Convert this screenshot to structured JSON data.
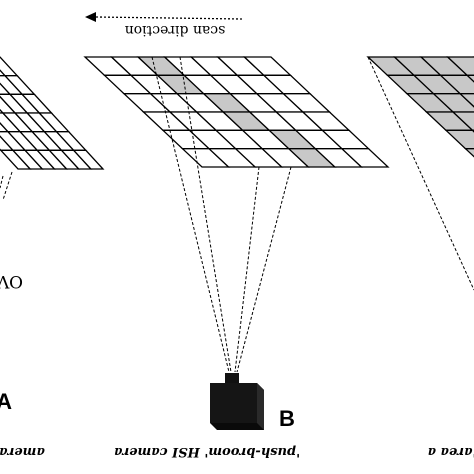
{
  "scan_direction_label": "scan direction",
  "panel_a": {
    "letter": "A",
    "caption": "amera",
    "fov_label": "OV"
  },
  "panel_b": {
    "letter": "B",
    "caption": "'push-broom' HSI camera"
  },
  "panel_c": {
    "caption": "'area a"
  },
  "grid": {
    "rows": 6,
    "cols": 7
  },
  "colors": {
    "line": "#000000",
    "highlight": "#c8c8c8",
    "camera": "#111111",
    "background": "#ffffff"
  }
}
